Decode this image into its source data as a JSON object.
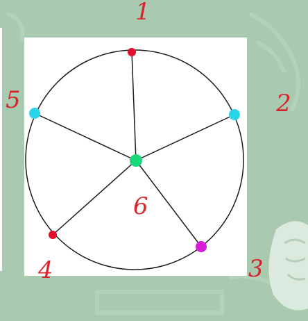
{
  "colors": {
    "background": "#a9c9b0",
    "panel": "#ffffff",
    "stroke": "#1a1a1a",
    "label": "#d8232a"
  },
  "diagram": {
    "nodes": [
      {
        "id": "1",
        "label": "1",
        "color": "#e0102a"
      },
      {
        "id": "2",
        "label": "2",
        "color": "#2ad4e8"
      },
      {
        "id": "3",
        "label": "3",
        "color": "#d41ed8"
      },
      {
        "id": "4",
        "label": "4",
        "color": "#e0102a"
      },
      {
        "id": "5",
        "label": "5",
        "color": "#2ad4e8"
      },
      {
        "id": "6",
        "label": "6",
        "color": "#19d87a"
      }
    ],
    "edges": [
      [
        "6",
        "1"
      ],
      [
        "6",
        "2"
      ],
      [
        "6",
        "3"
      ],
      [
        "6",
        "4"
      ],
      [
        "6",
        "5"
      ]
    ]
  }
}
